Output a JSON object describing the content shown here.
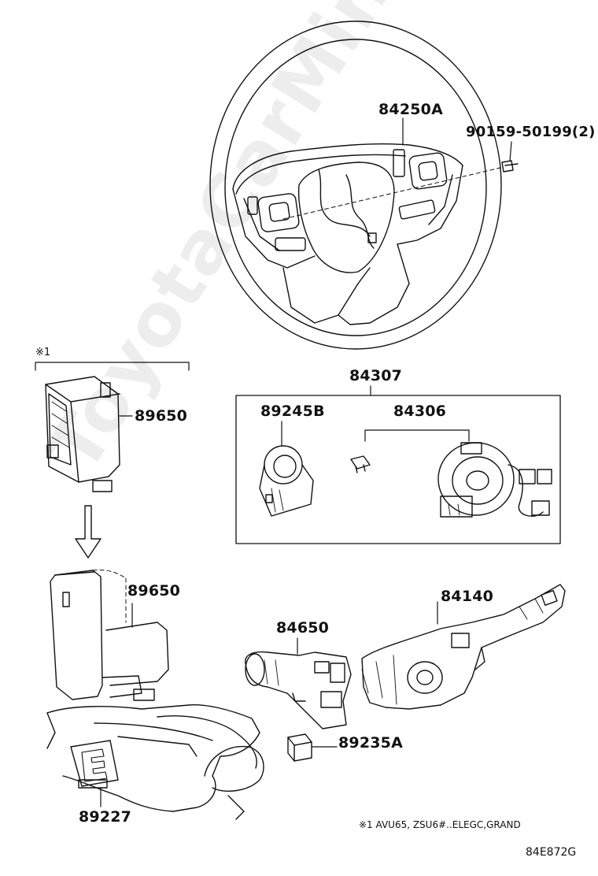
{
  "labels": {
    "steering_wheel": "84250A",
    "screw": "90159-50199(2)",
    "note_mark": "※1",
    "module_upper": "89650",
    "set_spiral": "84307",
    "sensor": "89245B",
    "spiral_cable": "84306",
    "module_lower": "89650",
    "wiper_switch": "84140",
    "headlamp_switch": "84650",
    "small_switch": "89235A",
    "bracket_sensor": "89227"
  },
  "footnote": "※1 AVU65, ZSU6#..ELEGC,GRAND",
  "diagram_code": "84E872G",
  "watermark": "ToyotaCarMine.ru",
  "colors": {
    "line": "#111111",
    "watermark": "#d6d6d6"
  }
}
